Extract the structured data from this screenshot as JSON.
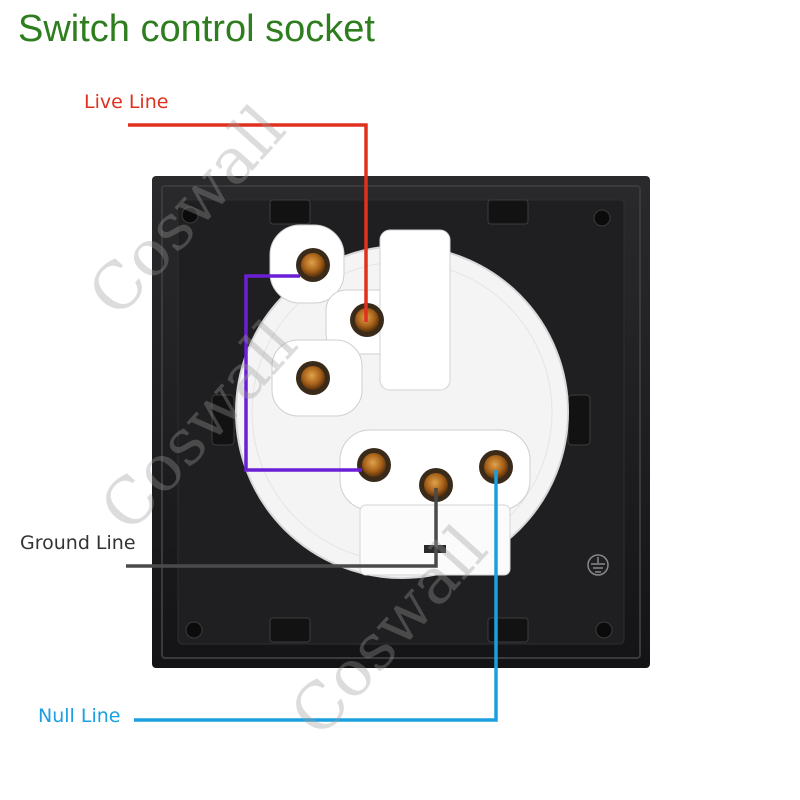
{
  "title": "Switch control socket",
  "labels": {
    "live": "Live Line",
    "ground": "Ground Line",
    "null": "Null Line"
  },
  "watermark": "Coswall",
  "colors": {
    "title": "#2e7d1e",
    "live": "#e0301e",
    "ground": "#4a4a4a",
    "null": "#1aa0e0",
    "jumper": "#6a1fd6",
    "panel": "#1c1c1e",
    "insert": "#f4f4f4",
    "terminal": "#a8621a"
  },
  "icons": [
    "ground-symbol-icon"
  ]
}
